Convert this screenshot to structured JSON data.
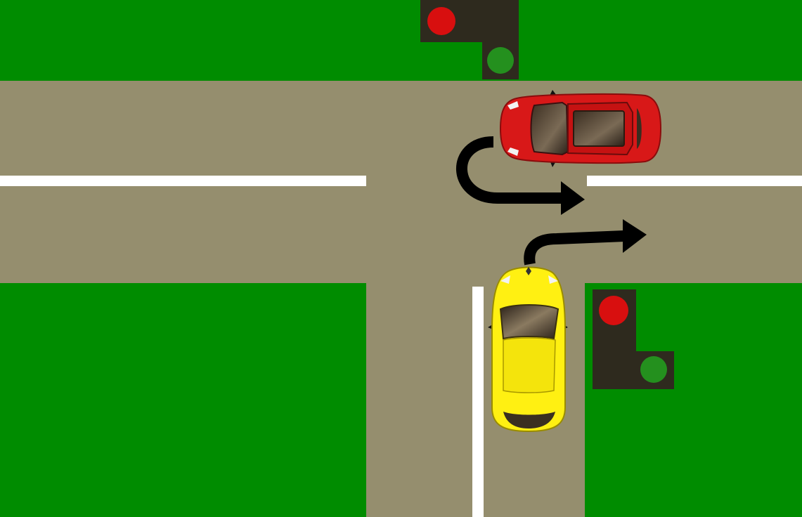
{
  "scene": {
    "type": "road-intersection",
    "layout": "T-junction",
    "colors": {
      "grass": "#008c00",
      "road": "#958e6e",
      "lane_marking": "#ffffff",
      "signal_housing": "#2e2a1e",
      "signal_red": "#d80f0f",
      "signal_green": "#24901e",
      "arrow": "#000000"
    }
  },
  "traffic_lights": [
    {
      "id": "top",
      "lamps": [
        "red",
        "green"
      ]
    },
    {
      "id": "right",
      "lamps": [
        "red",
        "green"
      ]
    }
  ],
  "vehicles": [
    {
      "id": "red-car",
      "color": "#d81818",
      "heading": "west",
      "path": "u-turn"
    },
    {
      "id": "yellow-car",
      "color": "#fff012",
      "heading": "north",
      "path": "right-turn"
    }
  ]
}
